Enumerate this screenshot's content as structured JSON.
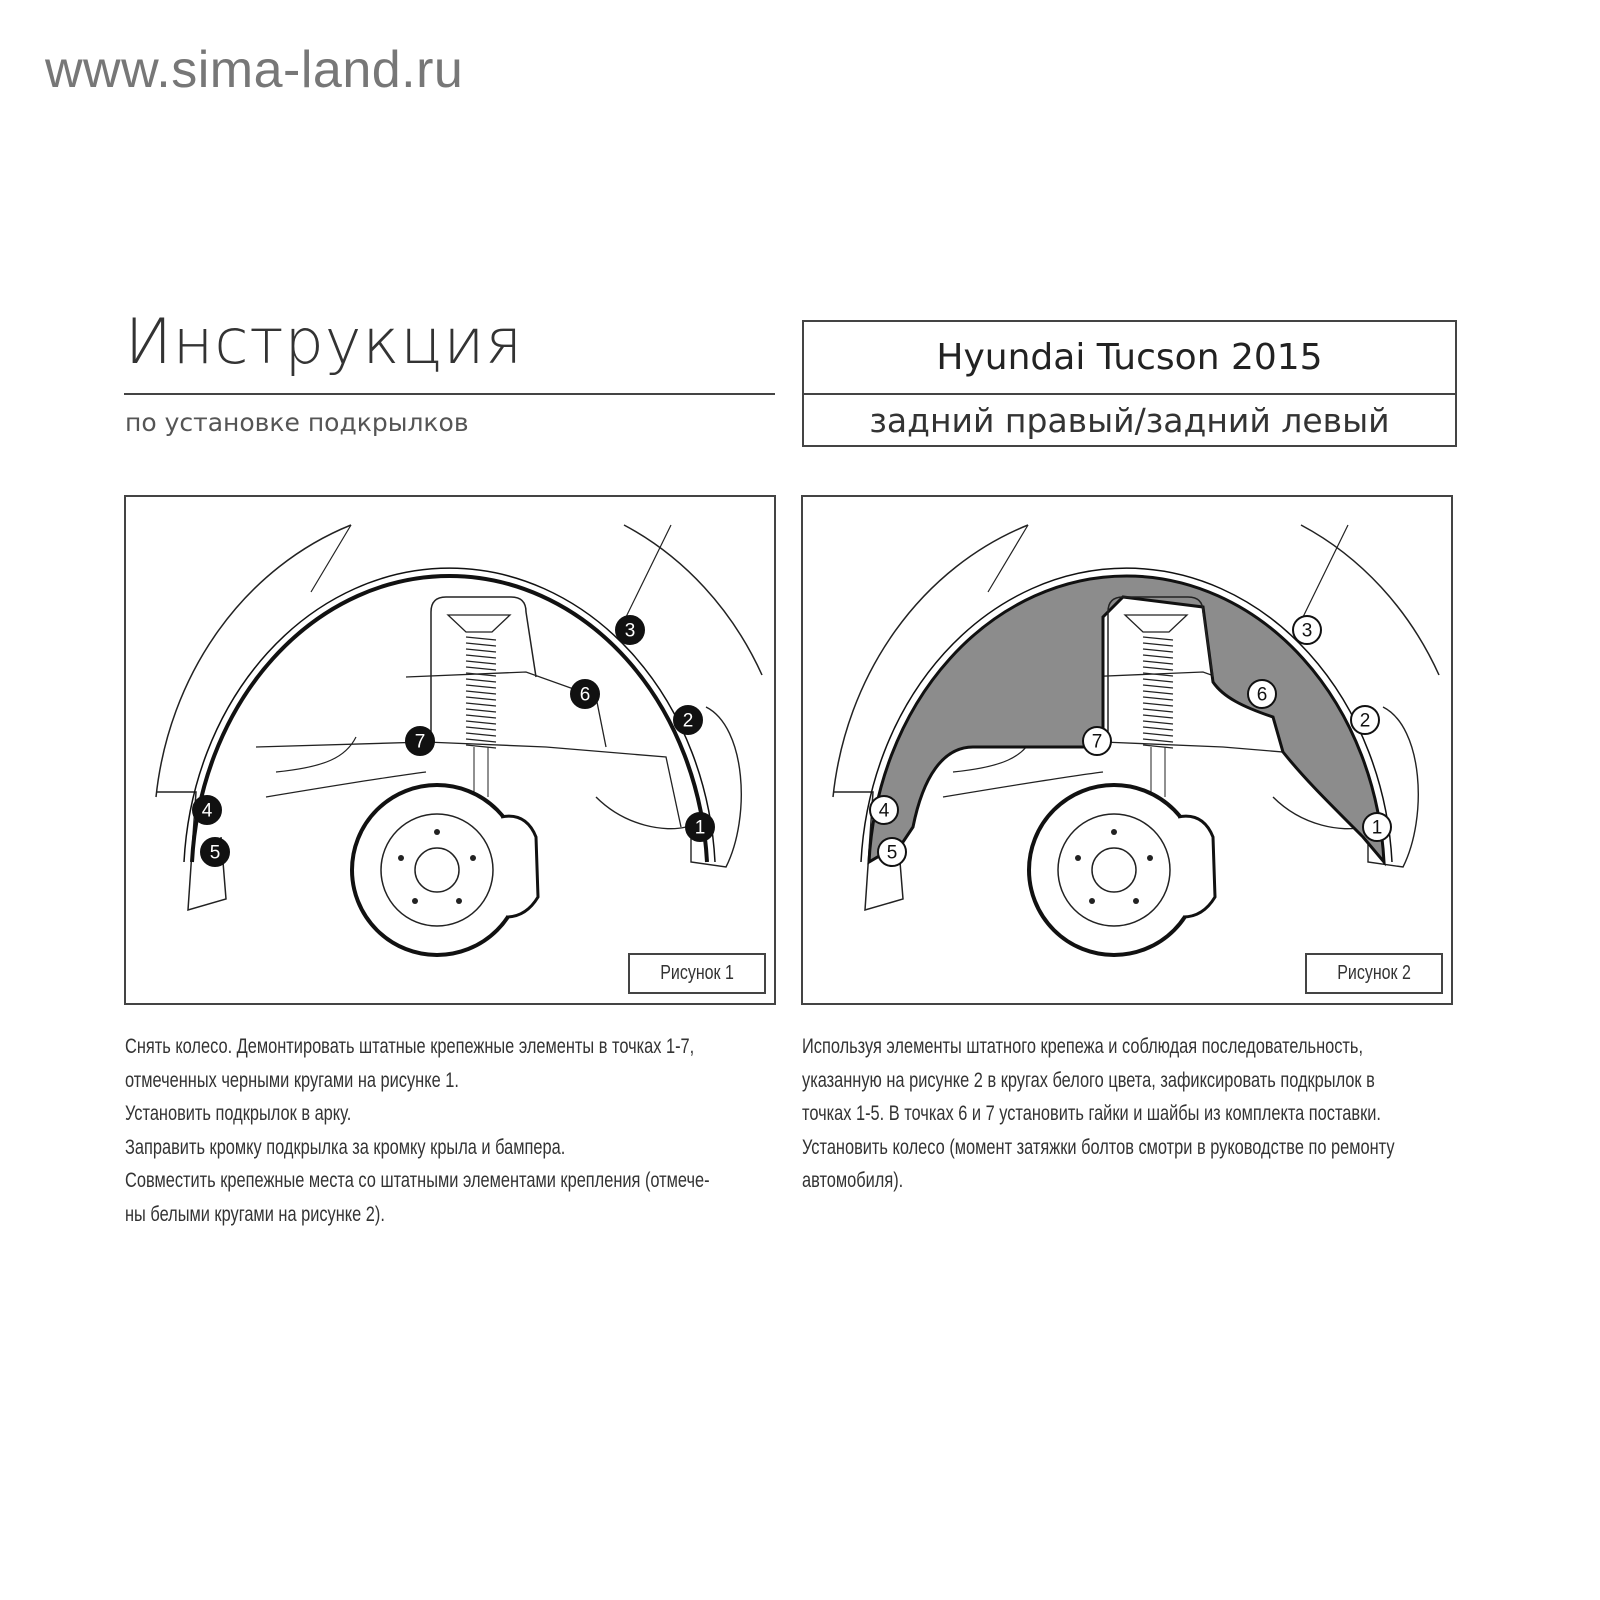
{
  "site": "www.sima-land.ru",
  "header": {
    "title": "Инструкция",
    "subtitle": "по установке подкрылков",
    "model": "Hyundai Tucson 2015",
    "position": "задний правый/задний левый"
  },
  "figures": [
    {
      "caption": "Рисунок 1",
      "markers": [
        "1",
        "2",
        "3",
        "4",
        "5",
        "6",
        "7"
      ],
      "marker_style": "black"
    },
    {
      "caption": "Рисунок 2",
      "markers": [
        "1",
        "2",
        "3",
        "4",
        "5",
        "6",
        "7"
      ],
      "marker_style": "white"
    }
  ],
  "instructions_left": [
    "Снять колесо. Демонтировать штатные крепежные элементы в точках 1-7,",
    "отмеченных черными кругами на рисунке 1.",
    "Установить подкрылок в арку.",
    "Заправить кромку подкрылка за кромку крыла и бампера.",
    "Совместить крепежные места со штатными элементами крепления (отмече-",
    "ны белыми кругами на рисунке 2)."
  ],
  "instructions_right": [
    "Используя элементы штатного крепежа и соблюдая последовательность,",
    "указанную на рисунке 2 в кругах белого цвета, зафиксировать подкрылок в",
    "точках 1-5. В точках 6 и 7 установить гайки и шайбы из комплекта поставки.",
    "Установить колесо (момент затяжки болтов смотри в руководстве по ремонту",
    "автомобиля)."
  ],
  "colors": {
    "liner_fill": "#8c8c8c",
    "line": "#222222",
    "text": "#333333"
  }
}
